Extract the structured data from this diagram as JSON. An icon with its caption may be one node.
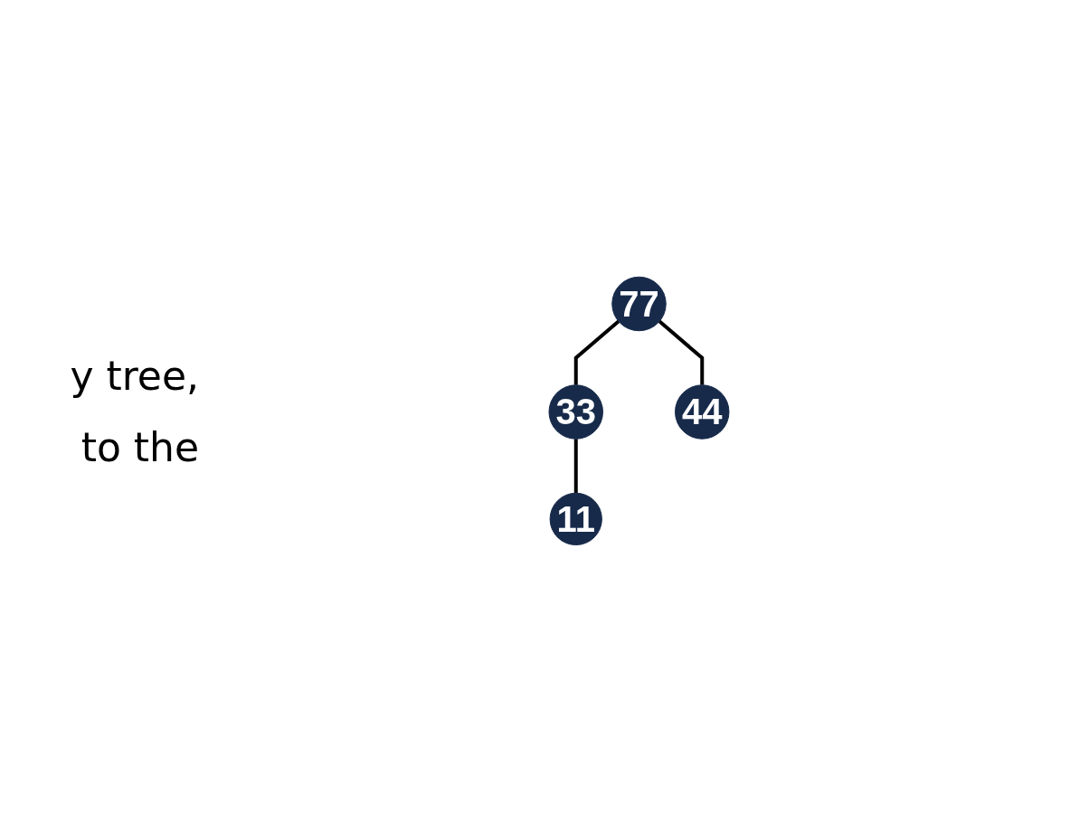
{
  "diagram": {
    "nodes": [
      {
        "text": [
          "77"
        ]
      },
      {
        "text": [
          "33"
        ]
      },
      {
        "text": [
          "44"
        ]
      },
      {
        "text": [
          "11"
        ]
      }
    ],
    "edges": [
      {
        "from": 0,
        "to": 1,
        "arrow": "none"
      },
      {
        "from": 0,
        "to": 2,
        "arrow": "none"
      },
      {
        "from": 1,
        "to": 3,
        "arrow": "none"
      }
    ],
    "labels": [
      "y tree,",
      "to the"
    ]
  }
}
